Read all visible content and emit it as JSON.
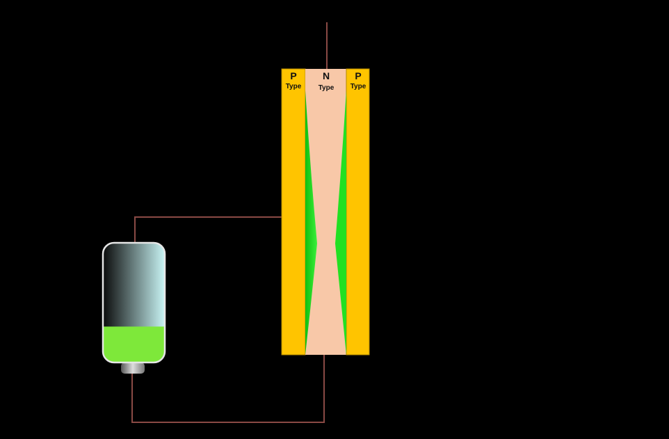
{
  "diagram": {
    "left_region": {
      "letter": "P",
      "word": "Type"
    },
    "center_region": {
      "letter": "N",
      "word": "Type"
    },
    "right_region": {
      "letter": "P",
      "word": "Type"
    },
    "colors": {
      "p_type": "#ffc400",
      "n_type": "#f8c8a8",
      "depletion": "#22e022",
      "wire": "#8a4a45",
      "battery_charge": "#7ee83a"
    },
    "battery_charge_fraction": 0.3
  }
}
